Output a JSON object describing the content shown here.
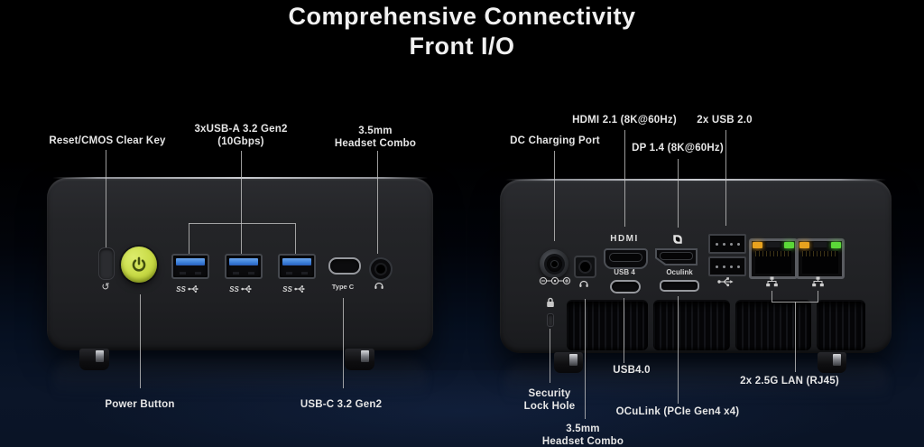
{
  "title": {
    "line1": "Comprehensive Connectivity",
    "line2": "Front I/O"
  },
  "front_panel": {
    "callouts": {
      "reset": "Reset/CMOS Clear Key",
      "usb_a_line1": "3xUSB-A 3.2 Gen2",
      "usb_a_line2": "(10Gbps)",
      "headset_line1": "3.5mm",
      "headset_line2": "Headset Combo",
      "power": "Power Button",
      "usb_c": "USB-C 3.2 Gen2"
    },
    "markings": {
      "usb_ss": "SS",
      "type_c": "Type C"
    }
  },
  "rear_panel": {
    "callouts": {
      "dc": "DC Charging Port",
      "hdmi": "HDMI 2.1 (8K@60Hz)",
      "dp": "DP 1.4 (8K@60Hz)",
      "usb2": "2x USB 2.0",
      "usb4": "USB4.0",
      "oculink": "OCuLink (PCIe Gen4 x4)",
      "lan": "2x 2.5G LAN (RJ45)",
      "security_line1": "Security",
      "security_line2": "Lock Hole",
      "headset_line1": "3.5mm",
      "headset_line2": "Headset Combo"
    },
    "markings": {
      "hdmi": "HDMI",
      "usb4": "USB 4",
      "oculink": "Oculink"
    }
  },
  "colors": {
    "power_button": "#c8da45",
    "usb3_blue": "#3b7fd9",
    "led_orange": "#e8a21e",
    "led_green": "#5bd838",
    "label_text": "#e6e6e6"
  }
}
